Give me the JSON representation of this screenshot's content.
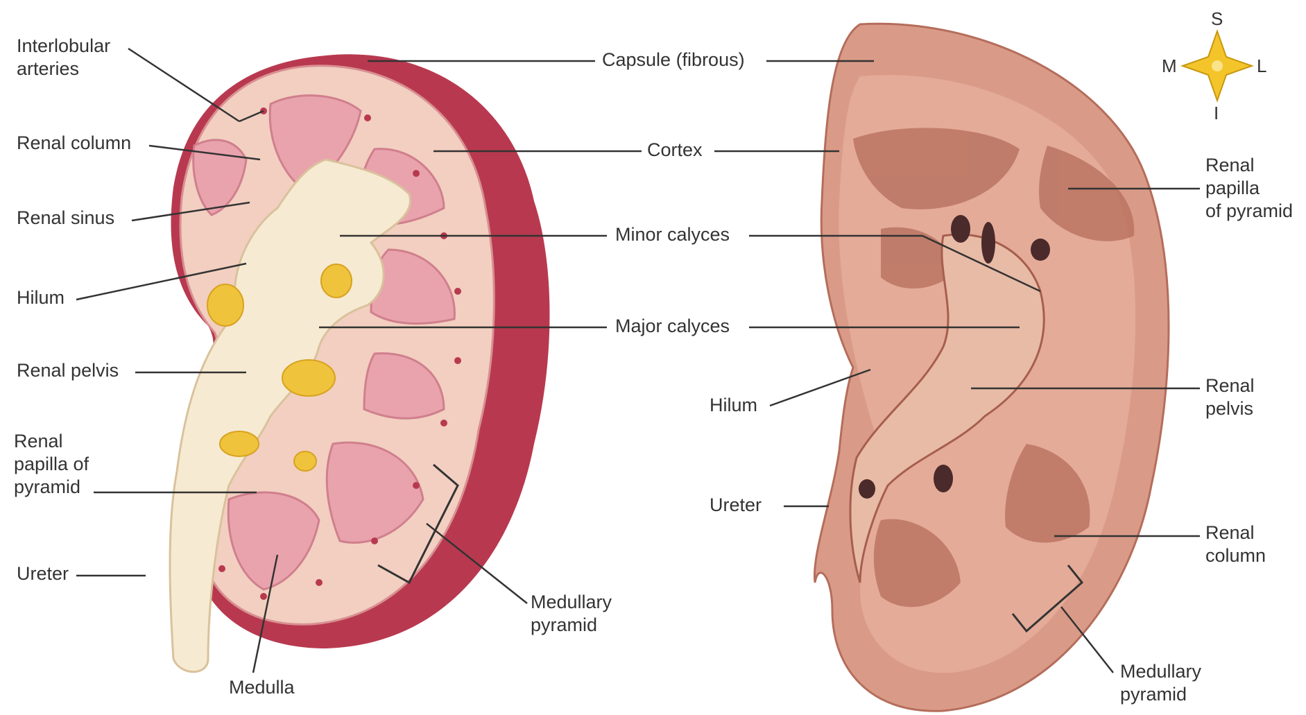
{
  "labels": {
    "interlobular_arteries": [
      "Interlobular",
      "arteries"
    ],
    "renal_column_left": "Renal column",
    "renal_sinus": "Renal sinus",
    "hilum_left": "Hilum",
    "renal_pelvis_left": "Renal pelvis",
    "renal_papilla_left": [
      "Renal",
      "papilla of",
      "pyramid"
    ],
    "ureter_left": "Ureter",
    "medulla": "Medulla",
    "medullary_pyramid_left": [
      "Medullary",
      "pyramid"
    ],
    "capsule": "Capsule (fibrous)",
    "cortex": "Cortex",
    "minor_calyces": "Minor calyces",
    "major_calyces": "Major calyces",
    "hilum_right": "Hilum",
    "ureter_right": "Ureter",
    "renal_papilla_right": [
      "Renal",
      "papilla",
      "of pyramid"
    ],
    "renal_pelvis_right": [
      "Renal",
      "pelvis"
    ],
    "renal_column_right": [
      "Renal",
      "column"
    ],
    "medullary_pyramid_right": [
      "Medullary",
      "pyramid"
    ]
  },
  "compass": {
    "superior": "S",
    "inferior": "I",
    "medial": "M",
    "lateral": "L"
  },
  "colors": {
    "capsule": "#b8394f",
    "cortex": "#f2cfc0",
    "pyramid": "#e9a3ad",
    "pelvis": "#f7ead2",
    "fat": "#f0c33c",
    "specimen": "#d99b88",
    "specimen_dark": "#b56d5b"
  }
}
